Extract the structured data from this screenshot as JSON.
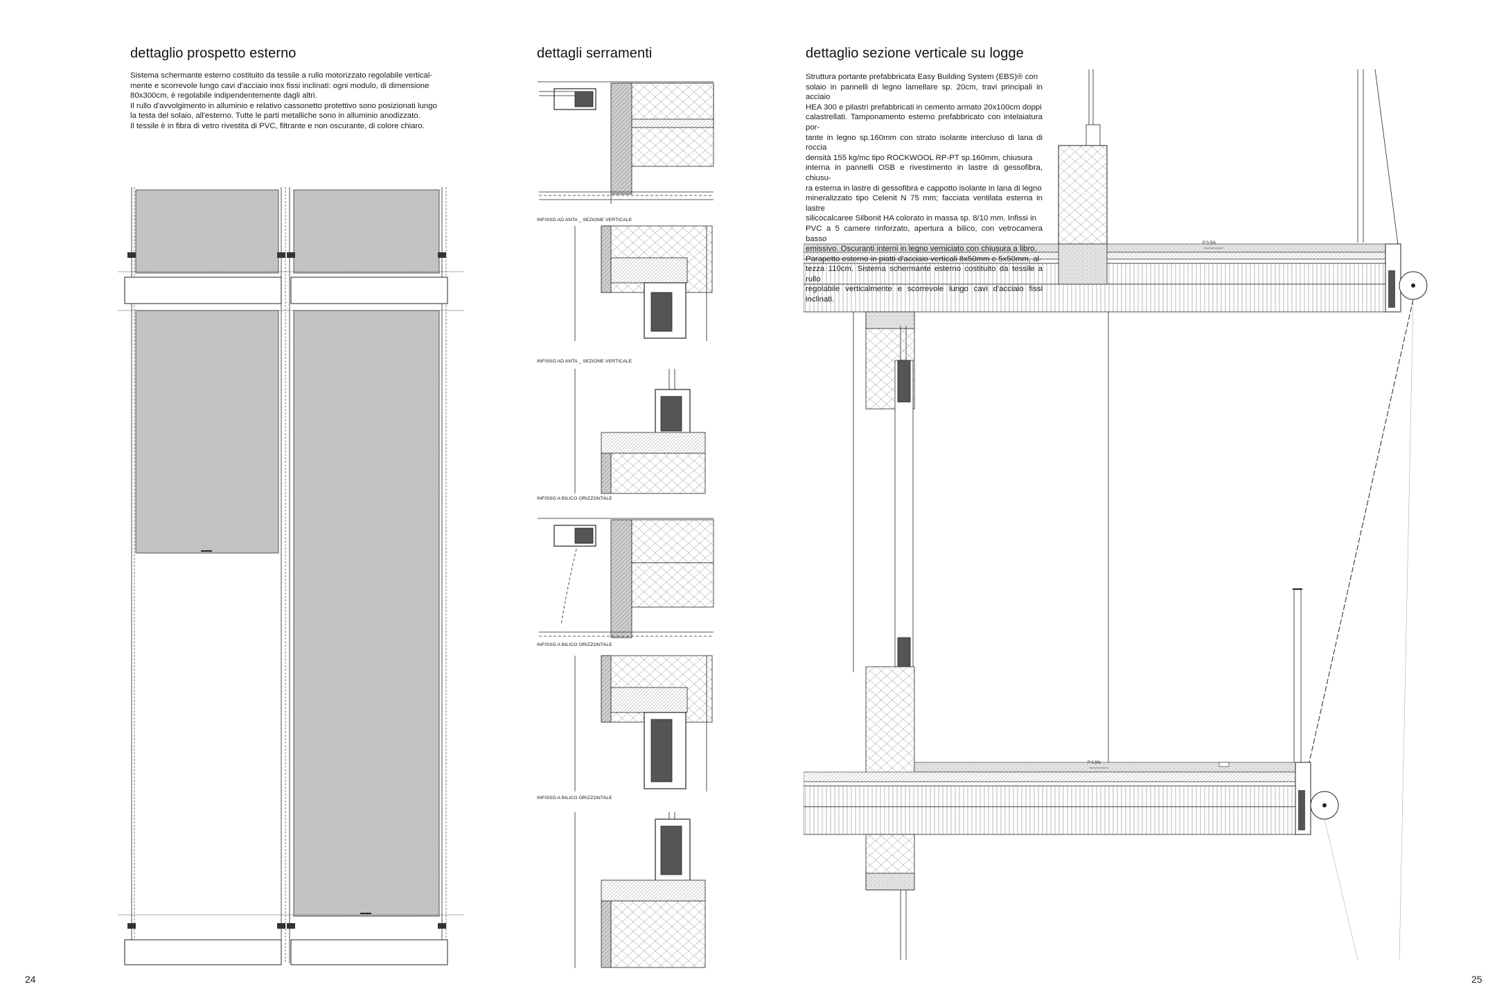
{
  "left": {
    "title": "dettaglio prospetto esterno",
    "text_lines": [
      "Sistema schermante esterno costituito da tessile a rullo motorizzato regolabile vertical-",
      "mente e scorrevole lungo cavi d'acciaio inox fissi inclinati: ogni modulo, di dimensione",
      "80x300cm, è regolabile indipendentemente dagli altri.",
      "Il rullo d'avvolgimento in alluminio e relativo cassonetto protettivo sono posizionati lungo",
      "la testa del solaio, all'esterno. Tutte le parti metalliche sono in alluminio anodizzato.",
      "Il tessile è in fibra di vetro rivestita di PVC, filtrante e non oscurante, di colore chiaro."
    ],
    "page_number": "24"
  },
  "middle": {
    "title": "dettagli serramenti",
    "captions": [
      "INFISSO AD ANTA _ SEZIONE VERTICALE",
      "INFISSO AD ANTA _ SEZIONE VERTICALE",
      "INFISSO A BILICO ORIZZONTALE",
      "INFISSO A BILICO ORIZZONTALE",
      "INFISSO A BILICO ORIZZONTALE"
    ]
  },
  "right": {
    "title": "dettaglio sezione verticale su logge",
    "text_lines": [
      "Struttura portante prefabbricata Easy Building System (EBS)® con",
      "solaio in pannelli di legno lamellare sp. 20cm, travi principali in acciaio",
      "HEA 300 e pilastri prefabbricati in cemento armato 20x100cm doppi",
      "calastrellati. Tamponamento esterno prefabbricato con intelaiatura por-",
      "tante in legno sp.160mm con strato isolante intercluso di lana di roccia",
      "densità 155 kg/mc tipo ROCKWOOL RP-PT sp.160mm,  chiusura",
      "interna in pannelli OSB e rivestimento in lastre di gessofibra, chiusu-",
      "ra esterna in lastre di gessofibra e cappotto isolante in lana di legno",
      "mineralizzato tipo Celenit N 75 mm; facciata ventilata esterna in lastre",
      "silicocalcaree Silbonit HA colorato in massa sp. 8/10 mm. Infissi in",
      "PVC a 5 camere rinforzato, apertura a bilico, con vetrocamera basso",
      "emissivo. Oscuranti interni in legno verniciato con chiusura a libro.",
      "Parapetto esterno in piatti d'acciaio verticali 8x50mm e 5x50mm, al-",
      "tezza 110cm.  Sistema schermante esterno costituito da tessile a rullo",
      "regolabile verticalmente e scorrevole lungo cavi d'acciaio fissi inclinati."
    ],
    "slope_label_top": "P 0.5%",
    "slope_label_bottom": "P 0.5%",
    "page_number": "25"
  },
  "colors": {
    "ink": "#1a1a1a",
    "paper": "#ffffff",
    "hatch": "#555555"
  }
}
